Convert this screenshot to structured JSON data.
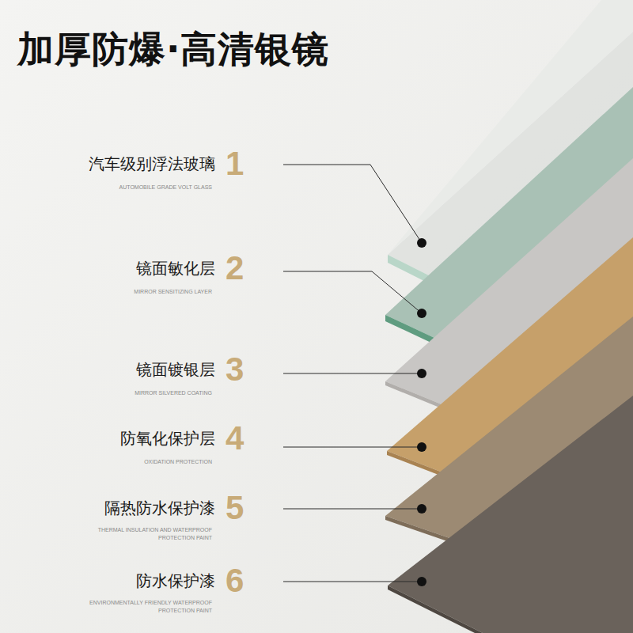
{
  "diagram": {
    "title": "加厚防爆·高清银镜",
    "labels": [
      "汽车级别浮法玻璃",
      "AUTOMOBILE GRADE VOLT GLASS",
      "1",
      "镜面敏化层",
      "MIRROR SENSITIZING LAYER",
      "2",
      "镜面镀银层",
      "MIRROR SILVERED COATING",
      "3",
      "防氧化保护层",
      "OXIDATION PROTECTION",
      "4",
      "隔热防水保护漆",
      "THERMAL INSULATION AND WATERPROOF PROTECTION PAINT",
      "5",
      "防水保护漆",
      "ENVIRONMENTALLY FRIENDLY WATERPROOF PROTECTION PAINT",
      "6"
    ]
  }
}
